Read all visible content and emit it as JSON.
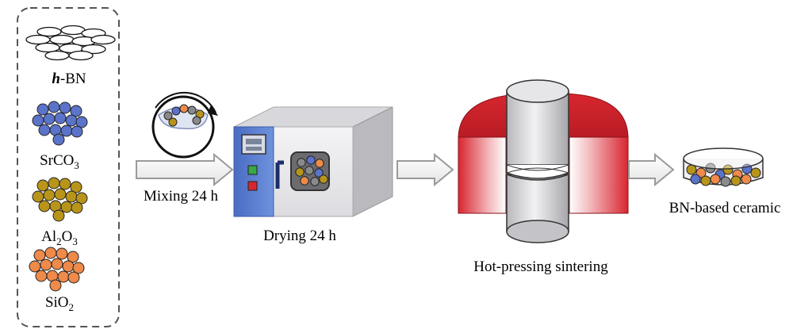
{
  "materials": {
    "hbn": {
      "prefix": "h",
      "suffix": "-BN"
    },
    "srco3": {
      "main": "SrCO",
      "sub": "3"
    },
    "al2o3": {
      "a": "Al",
      "sub1": "2",
      "b": "O",
      "sub2": "3"
    },
    "sio2": {
      "main": "SiO",
      "sub": "2"
    }
  },
  "steps": {
    "mixing": "Mixing 24 h",
    "drying": "Drying 24 h",
    "sintering": "Hot-pressing sintering",
    "product": "BN-based ceramic"
  },
  "colors": {
    "hbn": "#ffffff",
    "srco3": "#5b73c9",
    "al2o3": "#b8951a",
    "sio2": "#ee8a4a",
    "grey_particle": "#8a8a8a",
    "oven_panel": "#5b7fd0",
    "heater_red": "#d8262f",
    "arrow": "#9a9a9a"
  }
}
